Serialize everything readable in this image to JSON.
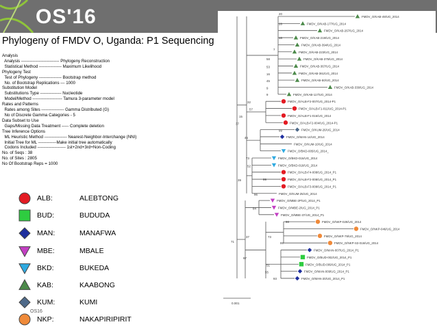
{
  "banner": {
    "logo": "OS'16"
  },
  "title": "Phylogeny of FMDV O, Uganda: P1 Sequencing",
  "analysis_lines": [
    "Analysis",
    "  Analysis --------------------------- Phylogeny Reconstruction",
    "  Statistical Method ---------------- Maximum Likelihood",
    "Phylogeny Test",
    "  Test of Phylogeny ---------------- Bootstrap method",
    "  No. of Bootstrap Replications --- 1000",
    "Substitution Model",
    "  Substitutions Type --------------- Nucleotide",
    "  Model/Method --------------------- Tamura 3-parameter model",
    "Rates and Patterns",
    "  Rates among Sites ---------------- Gamma Distributed (G)",
    "  No of Discrete Gamma Categories - 5",
    "Data Subset to Use",
    "  Gaps/Missing Data Treatment ----- Complete deletion",
    "Tree Inference Options",
    "  ML Heuristic Method ---------------- Nearest-Neighbor-Interchange (NNI)",
    "  Initial Tree for ML -------------Make initial tree automatically",
    "  Codons Included -------------------- 1st+2nd+3rd+Non-Coding",
    "No. of Seqs : 38",
    "No. of Sites : 2805",
    "No Of Bootstrap Reps = 1000"
  ],
  "legend": [
    {
      "code": "ALB:",
      "name": "ALEBTONG",
      "shape": "circle",
      "color": "#e31b23"
    },
    {
      "code": "BUD:",
      "name": "BUDUDA",
      "shape": "square",
      "color": "#2ecc40"
    },
    {
      "code": "MAN:",
      "name": "MANAFWA",
      "shape": "diamond",
      "color": "#1f2f9e"
    },
    {
      "code": "MBE:",
      "name": "MBALE",
      "shape": "triangle-down",
      "color": "#c33fc3"
    },
    {
      "code": "BKD:",
      "name": "BUKEDA",
      "shape": "triangle-down",
      "color": "#2eaae1"
    },
    {
      "code": "KAB:",
      "name": "KAABONG",
      "shape": "triangle-up",
      "color": "#4c8a4a"
    },
    {
      "code": "KUM:",
      "name": "KUMI",
      "shape": "diamond",
      "color": "#4f6a8a"
    },
    {
      "code": "NKP:",
      "name": "NAKAPIRIPIRIT",
      "shape": "circle",
      "color": "#ef8a3a"
    }
  ],
  "footer": "OS16",
  "tree": {
    "scale_label": "0.001",
    "leaves": [
      {
        "label": "FMDV_O/KAB-49/UG_2014",
        "loc": "KAB"
      },
      {
        "label": "FMDV_O/KAB-177/UG_2014",
        "loc": "KAB"
      },
      {
        "label": "FMDV_O/KAB-267/UG_2014",
        "loc": "KAB"
      },
      {
        "label": "FMDV_O/KAB-219/UG_2014",
        "loc": "KAB"
      },
      {
        "label": "FMDV_O/KAB-394/UG_2014",
        "loc": "KAB"
      },
      {
        "label": "FMDV_O/KAB-223/UG_2014",
        "loc": "KAB"
      },
      {
        "label": "FMDV_O/KAB-375/UG_2014",
        "loc": "KAB"
      },
      {
        "label": "FMDV_O/KAB-367/UG_2014",
        "loc": "KAB"
      },
      {
        "label": "FMDV_O/KAB-361/UG_2014",
        "loc": "KAB"
      },
      {
        "label": "FMDV_O/KAB-50/UG_2014",
        "loc": "KAB"
      },
      {
        "label": "FMDV_O/KAB-330/UG_2014",
        "loc": "KAB"
      },
      {
        "label": "FMDV_O/KAB-117/UG_2014",
        "loc": "KAB"
      },
      {
        "label": "FMDV_O/ALB-F2-007/UG_2014-P1",
        "loc": "ALB"
      },
      {
        "label": "FMDV_O/ALB-F1-011/UG_2014-P1",
        "loc": "ALB"
      },
      {
        "label": "FMDV_O/ALB-F1-016/UG_2014",
        "loc": "ALB"
      },
      {
        "label": "FMDV_O/ALB-F2-004/UG_2014-P1",
        "loc": "ALB"
      },
      {
        "label": "FMDV_O/KUM-26/UG_2014",
        "loc": "KUM"
      },
      {
        "label": "FMDV_O/MAN-14/UG_2014",
        "loc": "MAN"
      },
      {
        "label": "FMDV_O/KUM-10/UG_2014",
        "loc": ""
      },
      {
        "label": "FMDV_O/BKD-005/UG_2014_",
        "loc": "BKD"
      },
      {
        "label": "FMDV_O/BKD-016/UG_2014",
        "loc": "BKD"
      },
      {
        "label": "FMDV_O/BKD-018/UG_2014",
        "loc": "BKD"
      },
      {
        "label": "FMDV_O/ALB-F4-008/UG_2014_P1",
        "loc": "ALB"
      },
      {
        "label": "FMDV_O/ALB-F2-008/UG_2014_P1",
        "loc": "ALB"
      },
      {
        "label": "FMDV_O/ALB-F3-008/UG_2014_P1",
        "loc": "ALB"
      },
      {
        "label": "FMDV_O/KUM-25/UG_2014",
        "loc": ""
      },
      {
        "label": "FMDV_O/MBE-2P/UG_2014_P1",
        "loc": "MBE"
      },
      {
        "label": "FMDV_O/MBE-2/UG_2014_P1",
        "loc": "MBE"
      },
      {
        "label": "FMDV_O/MBE-37/UG_2014_P1",
        "loc": "MBE"
      },
      {
        "label": "FMDV_O/NKP-029/UG_2014",
        "loc": "NKP"
      },
      {
        "label": "FMDV_O/NKP-046/UG_2014",
        "loc": "NKP"
      },
      {
        "label": "FMDV_O/NKP-79/UG_2014",
        "loc": "NKP"
      },
      {
        "label": "FMDV_O/NKP-S3-016/UG_2014",
        "loc": "NKP"
      },
      {
        "label": "FMDV_O/MAN-007/UG_2014_P1",
        "loc": "MAN"
      },
      {
        "label": "FMDV_O/BUD-002/UG_2014_P1",
        "loc": "BUD"
      },
      {
        "label": "FMDV_O/BUD-009/UG_2014_P1",
        "loc": "BUD"
      },
      {
        "label": "FMDV_O/MAN-009/UG_2014_P1",
        "loc": "MAN"
      },
      {
        "label": "FMDV_O/MAN-20/UG_2014_P1",
        "loc": "MAN"
      }
    ],
    "bootstrap": [
      "20",
      "28",
      "16",
      "7",
      "58",
      "53",
      "16",
      "45",
      "9",
      "9",
      "32",
      "57",
      "15",
      "37",
      "99",
      "45",
      "73",
      "52",
      "39",
      "99",
      "96",
      "84",
      "71",
      "98",
      "73",
      "37",
      "99",
      "97",
      "51",
      "55",
      "93"
    ]
  }
}
